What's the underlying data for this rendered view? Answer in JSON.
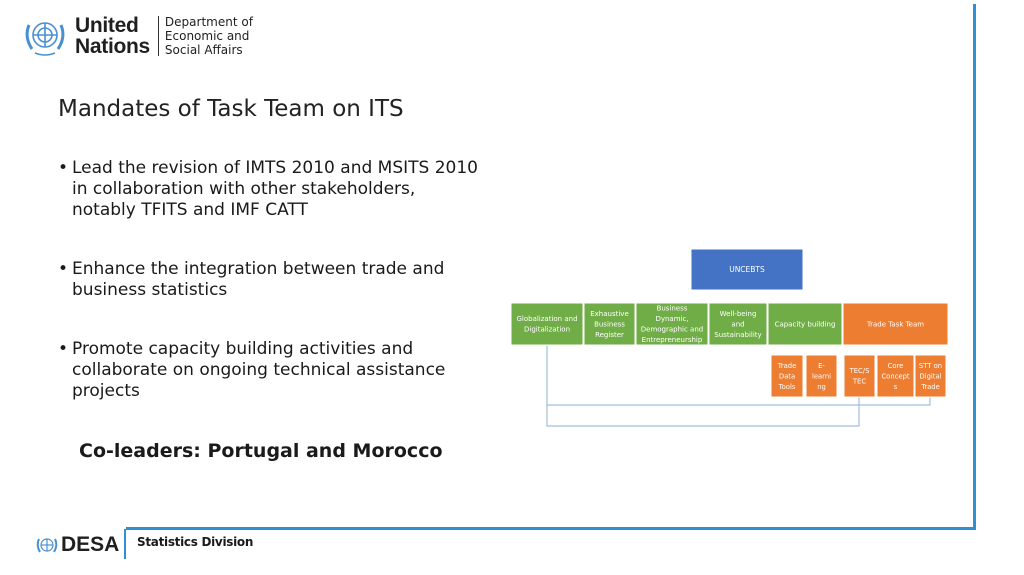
{
  "header": {
    "org_line1": "United",
    "org_line2": "Nations",
    "dept_line1": "Department of",
    "dept_line2": "Economic and",
    "dept_line3": "Social Affairs"
  },
  "slide": {
    "title": "Mandates of Task Team on ITS",
    "bullets": [
      "Lead the revision of IMTS 2010 and MSITS 2010 in collaboration with other stakeholders, notably TFITS and IMF CATT",
      "Enhance the integration between trade and business statistics",
      "Promote capacity building activities and collaborate on ongoing technical assistance projects"
    ],
    "bullet_char": "•",
    "coleaders": "Co-leaders: Portugal and Morocco"
  },
  "diagram": {
    "colors": {
      "blue": "#4472c4",
      "green": "#70ad47",
      "orange": "#ed7d31",
      "connector": "#a5bdd8"
    },
    "root": {
      "label": "UNCEBTS"
    },
    "level1": [
      {
        "lines": [
          "Globalization and",
          "Digitalization"
        ]
      },
      {
        "lines": [
          "Exhaustive",
          "Business",
          "Register"
        ]
      },
      {
        "lines": [
          "Business",
          "Dynamic,",
          "Demographic and",
          "Entrepreneurship"
        ]
      },
      {
        "lines": [
          "Well-being",
          "and",
          "Sustainability"
        ]
      },
      {
        "lines": [
          "Capacity building"
        ]
      },
      {
        "lines": [
          "Trade Task Team"
        ]
      }
    ],
    "level2": [
      {
        "lines": [
          "Trade",
          "Data",
          "Tools"
        ]
      },
      {
        "lines": [
          "E-",
          "learni",
          "ng"
        ]
      },
      {
        "lines": [
          "TEC/S",
          "TEC"
        ]
      },
      {
        "lines": [
          "Core",
          "Concept",
          "s"
        ]
      },
      {
        "lines": [
          "STT on",
          "Digital",
          "Trade"
        ]
      }
    ]
  },
  "footer": {
    "brand": "DESA",
    "division": "Statistics Division"
  }
}
